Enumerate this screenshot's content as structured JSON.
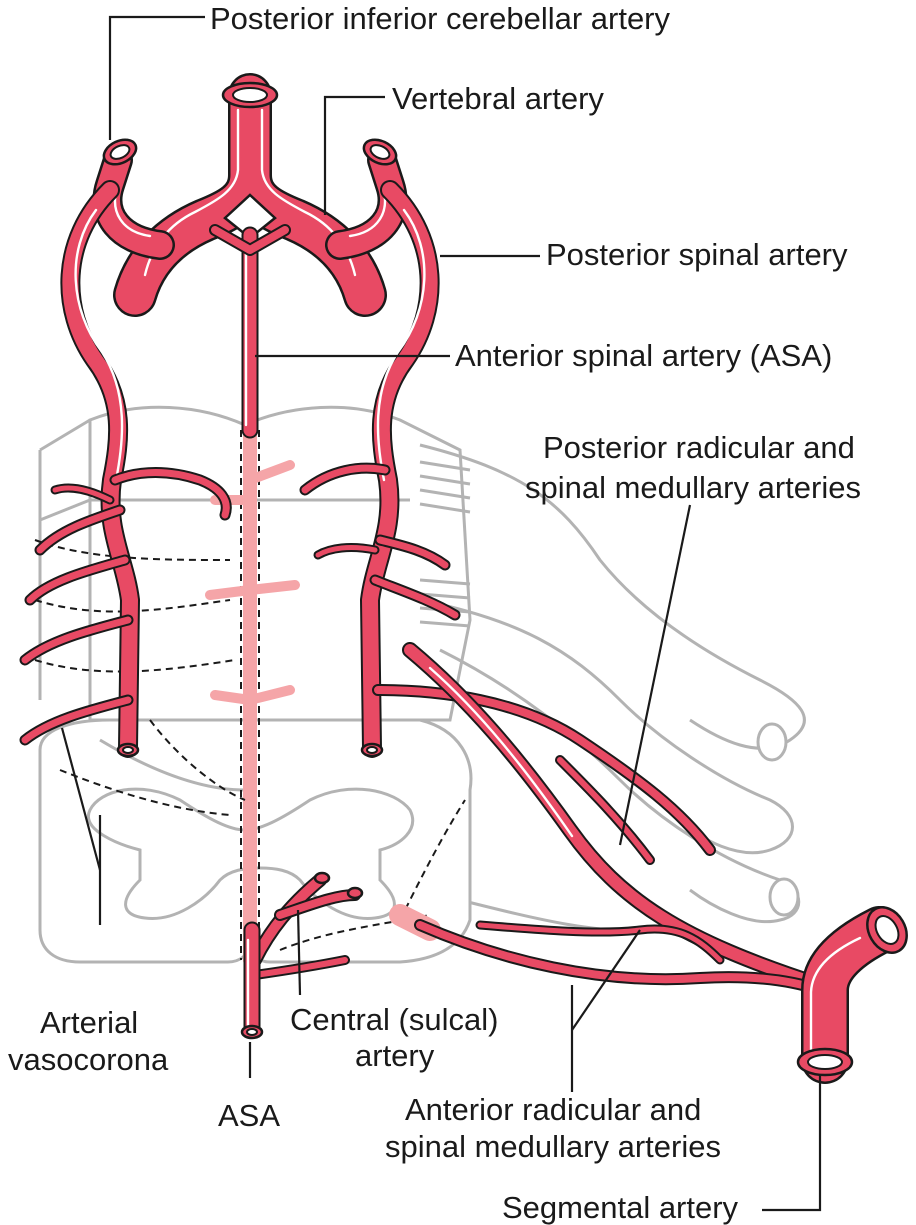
{
  "labels": {
    "pica": "Posterior inferior cerebellar artery",
    "vertebral": "Vertebral artery",
    "posterior_spinal": "Posterior spinal artery",
    "anterior_spinal": "Anterior spinal artery (ASA)",
    "posterior_radicular_1": "Posterior radicular and",
    "posterior_radicular_2": "spinal medullary arteries",
    "arterial_vasocorona_1": "Arterial",
    "arterial_vasocorona_2": "vasocorona",
    "central_sulcal_1": "Central (sulcal)",
    "central_sulcal_2": "artery",
    "asa": "ASA",
    "anterior_radicular_1": "Anterior radicular and",
    "anterior_radicular_2": "spinal medullary arteries",
    "segmental": "Segmental artery"
  },
  "colors": {
    "artery": "#e84a64",
    "artery_pale": "#f5a5a8",
    "outline": "#1a1a1a",
    "cord_outline": "#b3b3b3"
  }
}
